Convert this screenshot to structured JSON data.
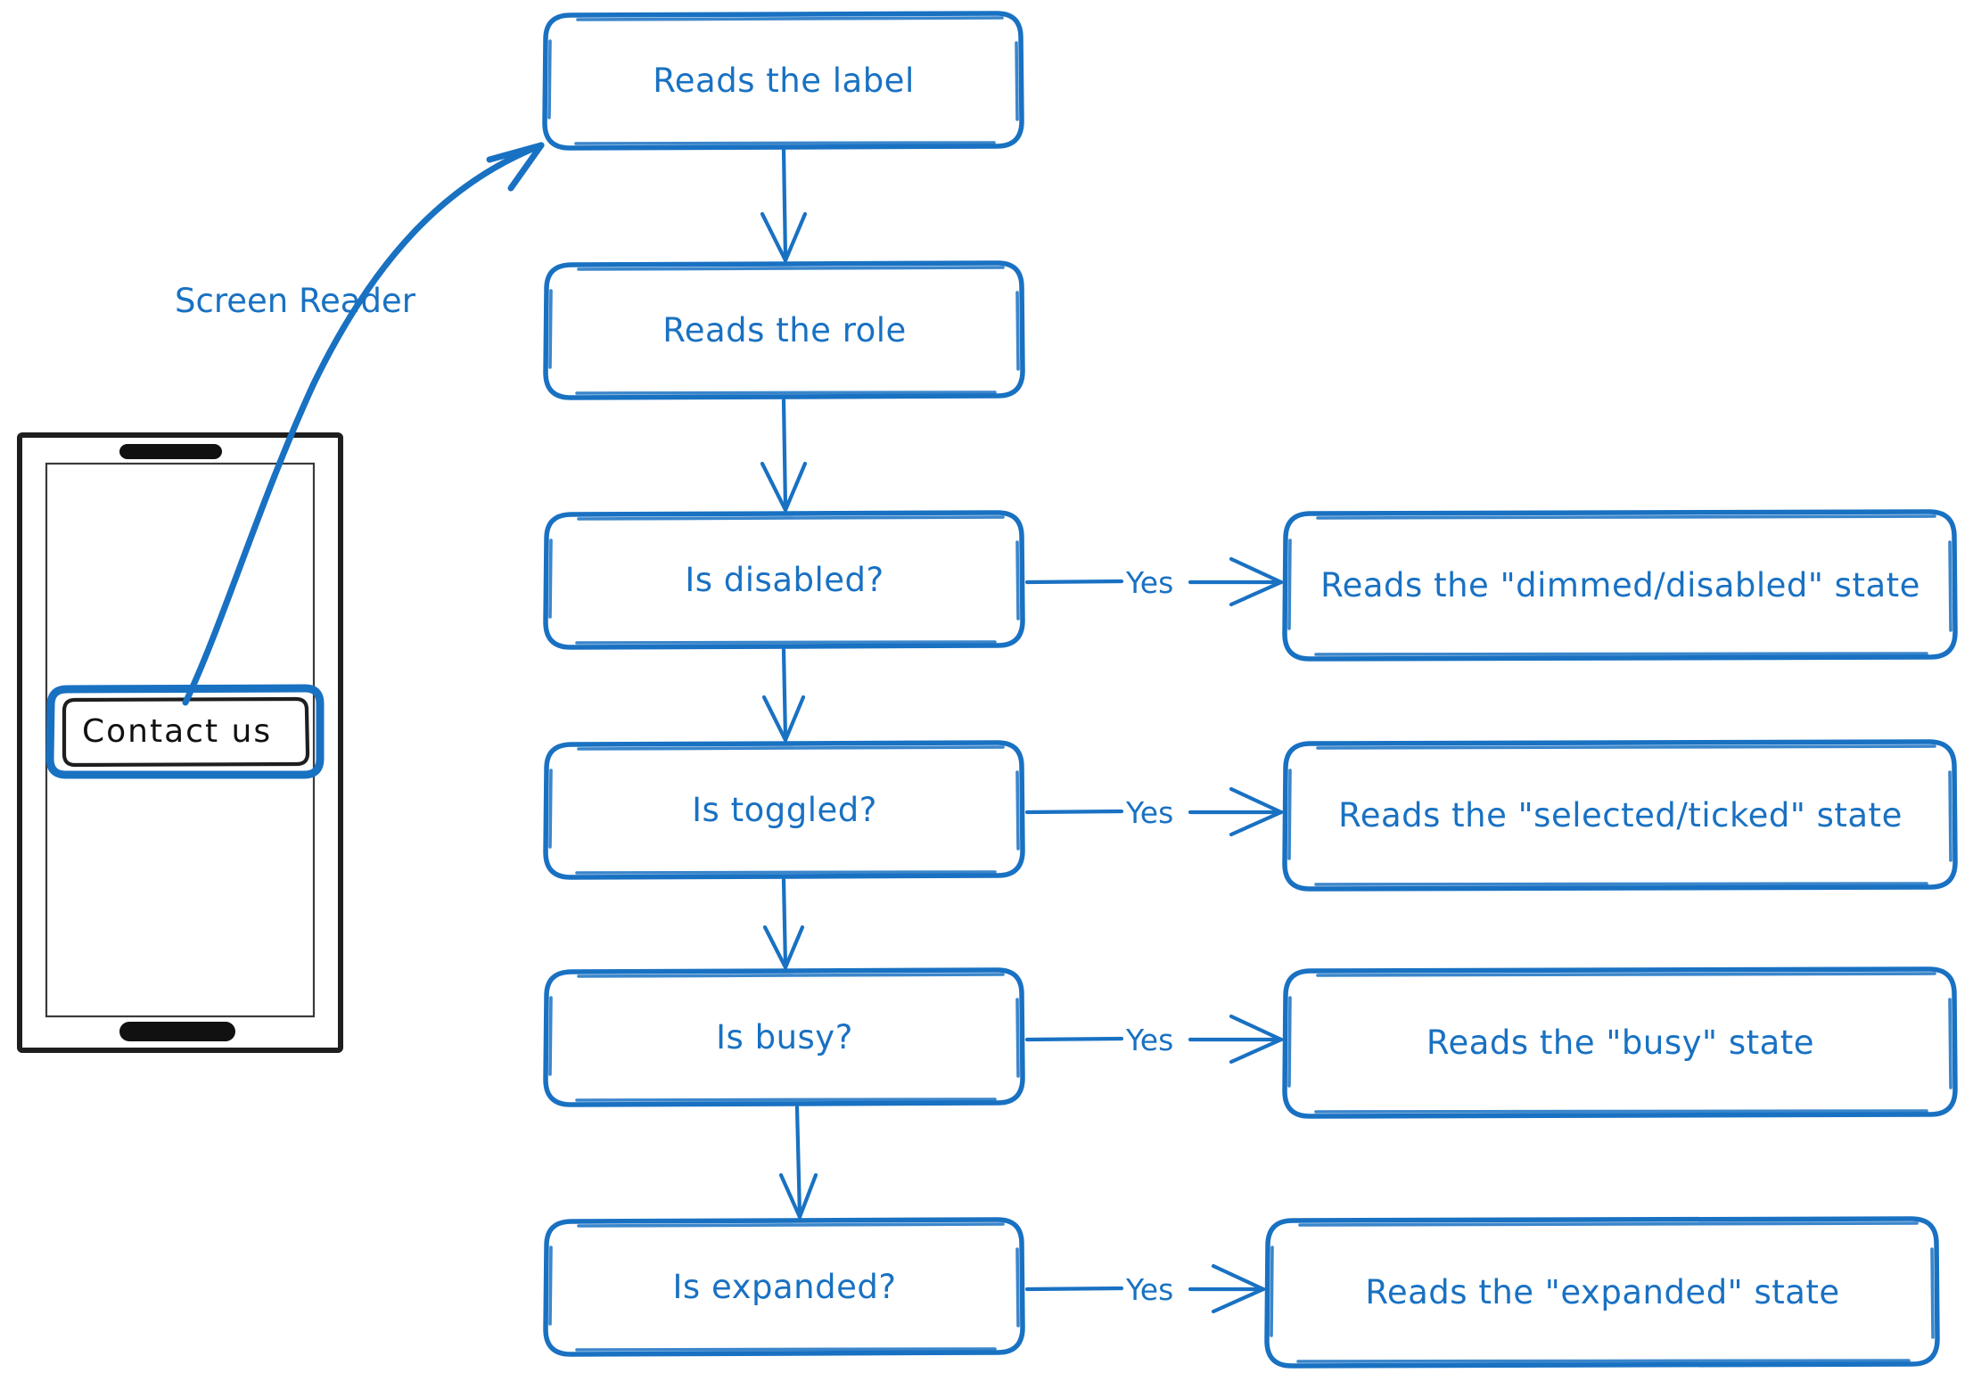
{
  "diagram": {
    "title_present": false,
    "colors": {
      "accent_blue": "#1971c2",
      "phone_frame_black": "#1e1e1e",
      "button_text_black": "#111111",
      "background": "#ffffff"
    },
    "annotation": {
      "screen_reader_label": "Screen Reader"
    },
    "device": {
      "name": "phone-mockup",
      "button_label": "Contact us",
      "button_focus_ring": true
    },
    "flow_nodes": [
      {
        "id": "reads-label",
        "label": "Reads the label"
      },
      {
        "id": "reads-role",
        "label": "Reads the role"
      },
      {
        "id": "is-disabled",
        "label": "Is disabled?"
      },
      {
        "id": "is-toggled",
        "label": "Is toggled?"
      },
      {
        "id": "is-busy",
        "label": "Is busy?"
      },
      {
        "id": "is-expanded",
        "label": "Is expanded?"
      }
    ],
    "result_nodes": [
      {
        "id": "result-disabled",
        "label": "Reads the \"dimmed/disabled\" state"
      },
      {
        "id": "result-toggled",
        "label": "Reads the \"selected/ticked\" state"
      },
      {
        "id": "result-busy",
        "label": "Reads the \"busy\" state"
      },
      {
        "id": "result-expanded",
        "label": "Reads the \"expanded\" state"
      }
    ],
    "edge_labels": [
      {
        "id": "yes-disabled",
        "label": "Yes"
      },
      {
        "id": "yes-toggled",
        "label": "Yes"
      },
      {
        "id": "yes-busy",
        "label": "Yes"
      },
      {
        "id": "yes-expanded",
        "label": "Yes"
      }
    ]
  }
}
